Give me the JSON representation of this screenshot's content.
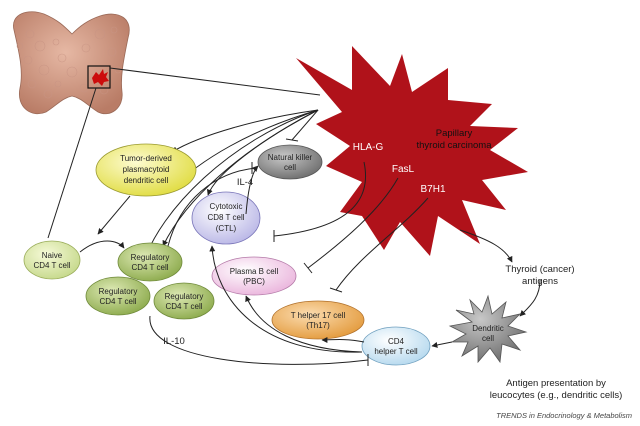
{
  "labels": {
    "papillary": [
      "Papillary",
      "thyroid carcinoma"
    ],
    "hla_g": "HLA-G",
    "fasl": "FasL",
    "b7h1": "B7H1",
    "il4": "IL-4",
    "il10": "IL-10",
    "thyroid_antigens": [
      "Thyroid (cancer)",
      "antigens"
    ],
    "antigen_presentation": [
      "Antigen presentation by",
      "leucocytes (e.g., dendritic cells)"
    ],
    "credit": "TRENDS in Endocrinology & Metabolism"
  },
  "cells": {
    "tumor_dc": [
      "Tumor-derived",
      "plasmacytoid",
      "dendritic cell"
    ],
    "nk": [
      "Natural killer",
      "cell"
    ],
    "ctl": [
      "Cytotoxic",
      "CD8 T cell",
      "(CTL)"
    ],
    "naive": [
      "Naive",
      "CD4 T cell"
    ],
    "treg1": [
      "Regulatory",
      "CD4 T cell"
    ],
    "treg2": [
      "Regulatory",
      "CD4 T cell"
    ],
    "treg3": [
      "Regulatory",
      "CD4 T cell"
    ],
    "plasma_b": [
      "Plasma B cell",
      "(PBC)"
    ],
    "th17": [
      "T helper 17 cell",
      "(Th17)"
    ],
    "cd4_helper": [
      "CD4",
      "helper T cell"
    ],
    "dendritic": [
      "Dendritic",
      "cell"
    ]
  }
}
